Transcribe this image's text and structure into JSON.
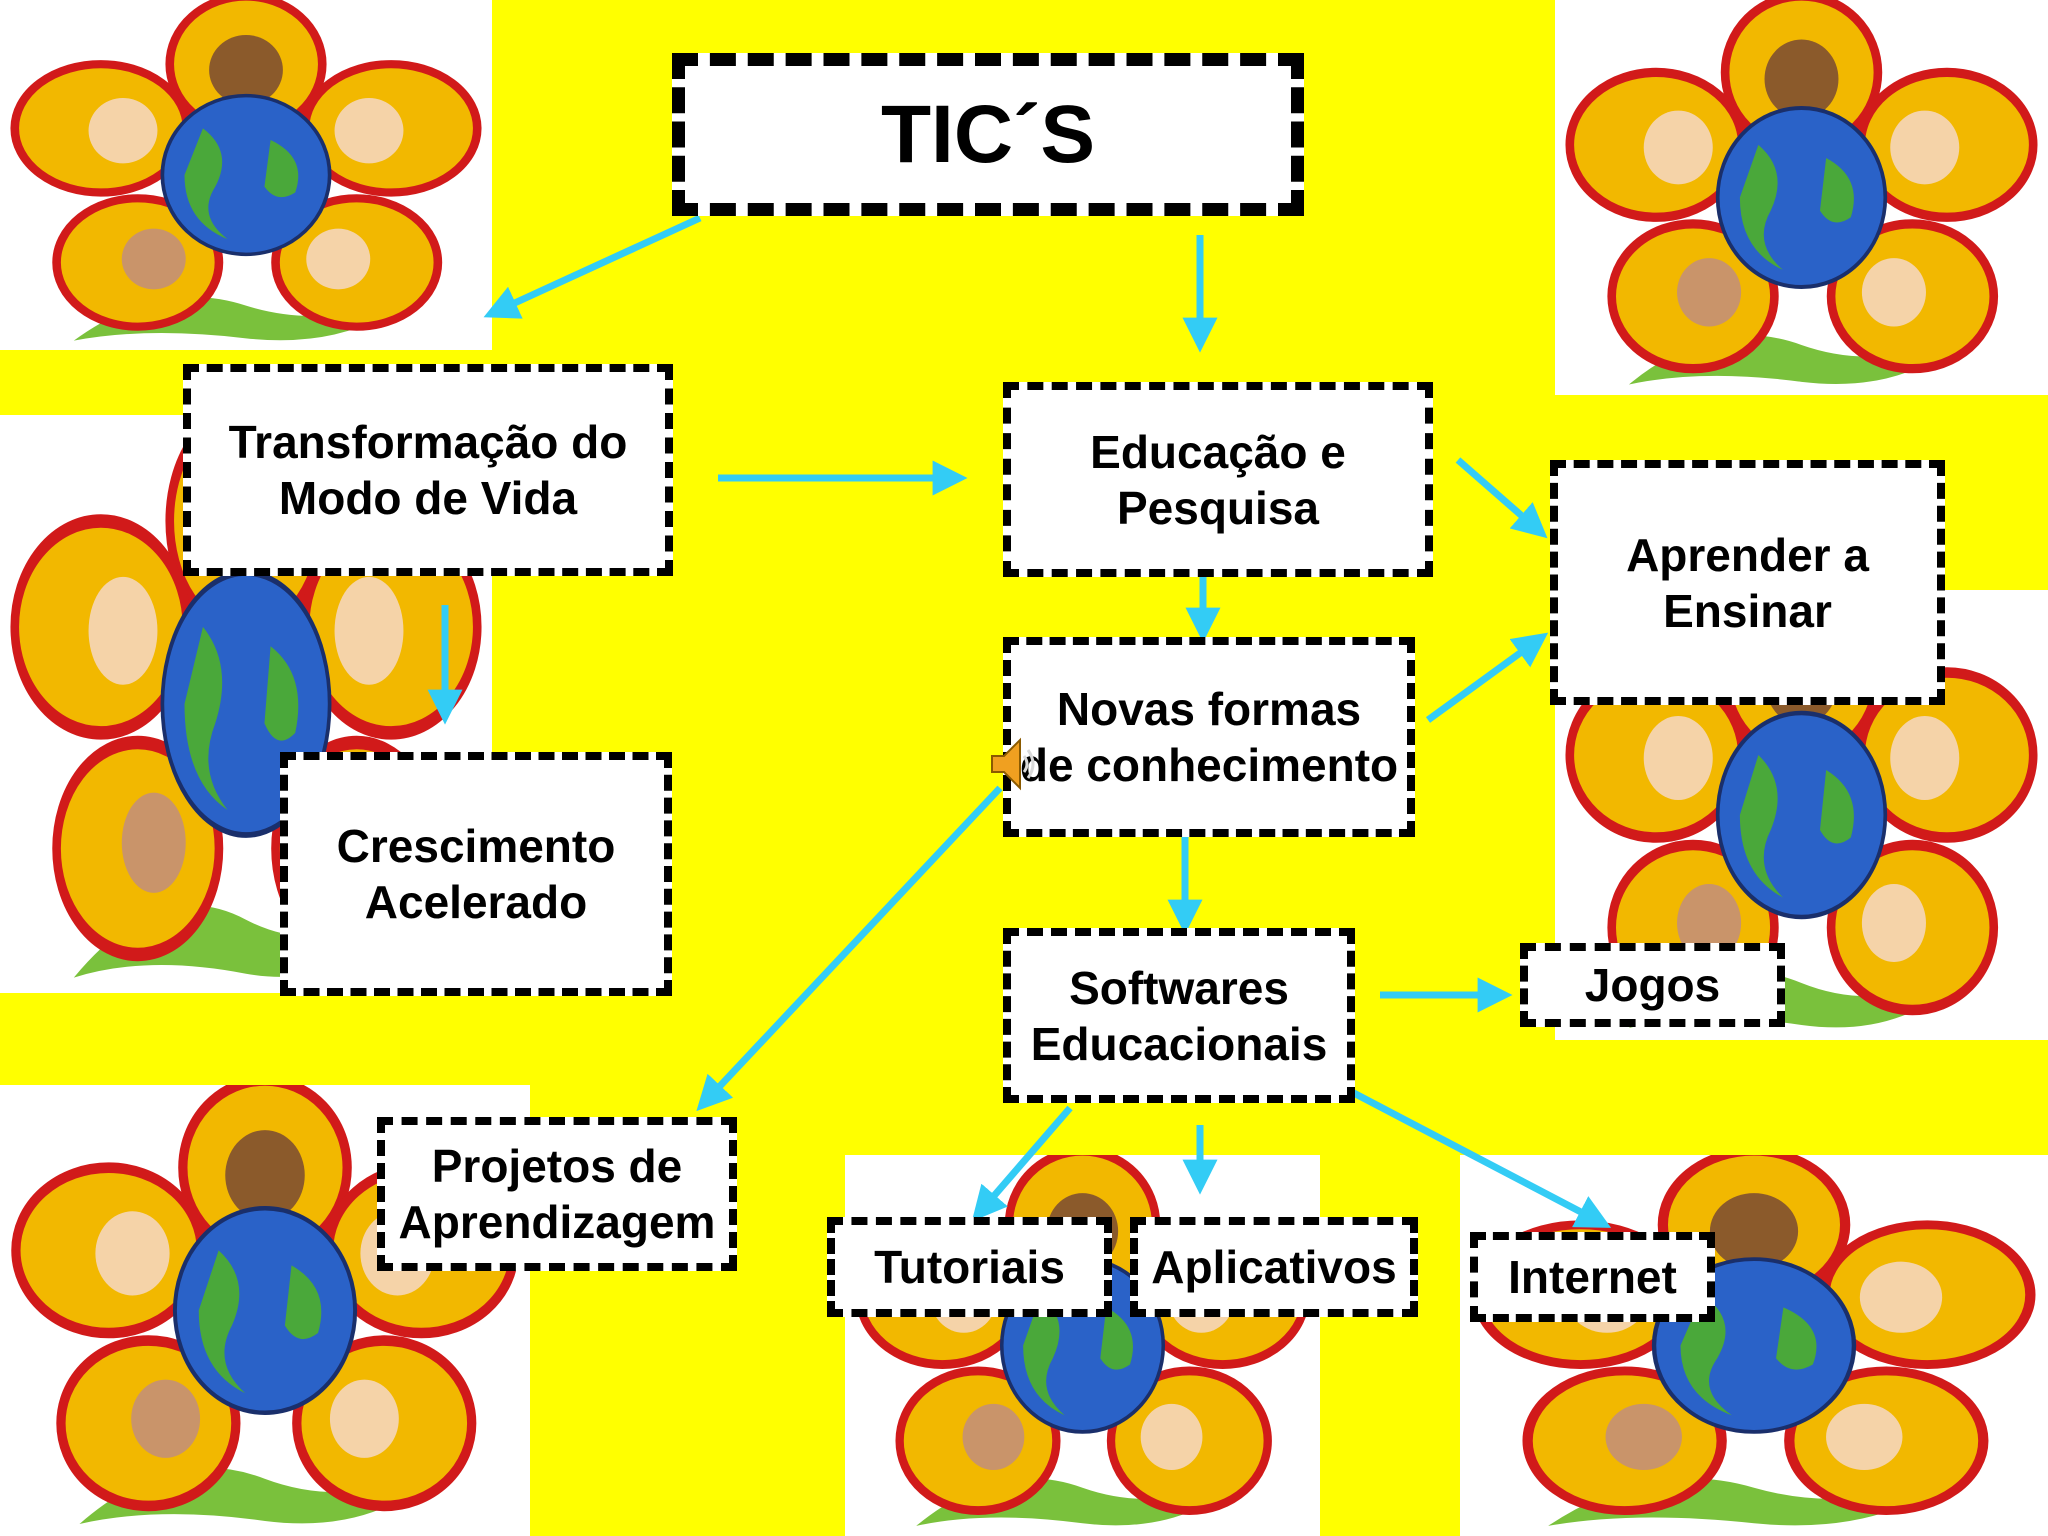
{
  "colors": {
    "background": "#ffff00",
    "arrow": "#33ccf5",
    "box_fill": "#ffffff",
    "box_border": "#000000"
  },
  "nodes": {
    "tics": "TIC´S",
    "transformacao": "Transformação do\nModo de Vida",
    "educacao": "Educação e\nPesquisa",
    "aprender": "Aprender a\nEnsinar",
    "novas_formas": "Novas formas\nde conhecimento",
    "crescimento": "Crescimento\nAcelerado",
    "softwares": "Softwares\nEducacionais",
    "jogos": "Jogos",
    "projetos": "Projetos de\nAprendizagem",
    "tutoriais": "Tutoriais",
    "aplicativos": "Aplicativos",
    "internet": "Internet"
  },
  "edges": [
    {
      "from": "tics",
      "to": "transformacao"
    },
    {
      "from": "tics",
      "to": "educacao"
    },
    {
      "from": "transformacao",
      "to": "educacao"
    },
    {
      "from": "transformacao",
      "to": "crescimento"
    },
    {
      "from": "educacao",
      "to": "aprender"
    },
    {
      "from": "educacao",
      "to": "novas_formas"
    },
    {
      "from": "novas_formas",
      "to": "aprender"
    },
    {
      "from": "novas_formas",
      "to": "projetos"
    },
    {
      "from": "novas_formas",
      "to": "softwares"
    },
    {
      "from": "softwares",
      "to": "jogos"
    },
    {
      "from": "softwares",
      "to": "tutoriais"
    },
    {
      "from": "softwares",
      "to": "aplicativos"
    },
    {
      "from": "softwares",
      "to": "internet"
    }
  ],
  "icons": {
    "decoration": "flower-children-globe-icon",
    "media": "speaker-icon"
  }
}
